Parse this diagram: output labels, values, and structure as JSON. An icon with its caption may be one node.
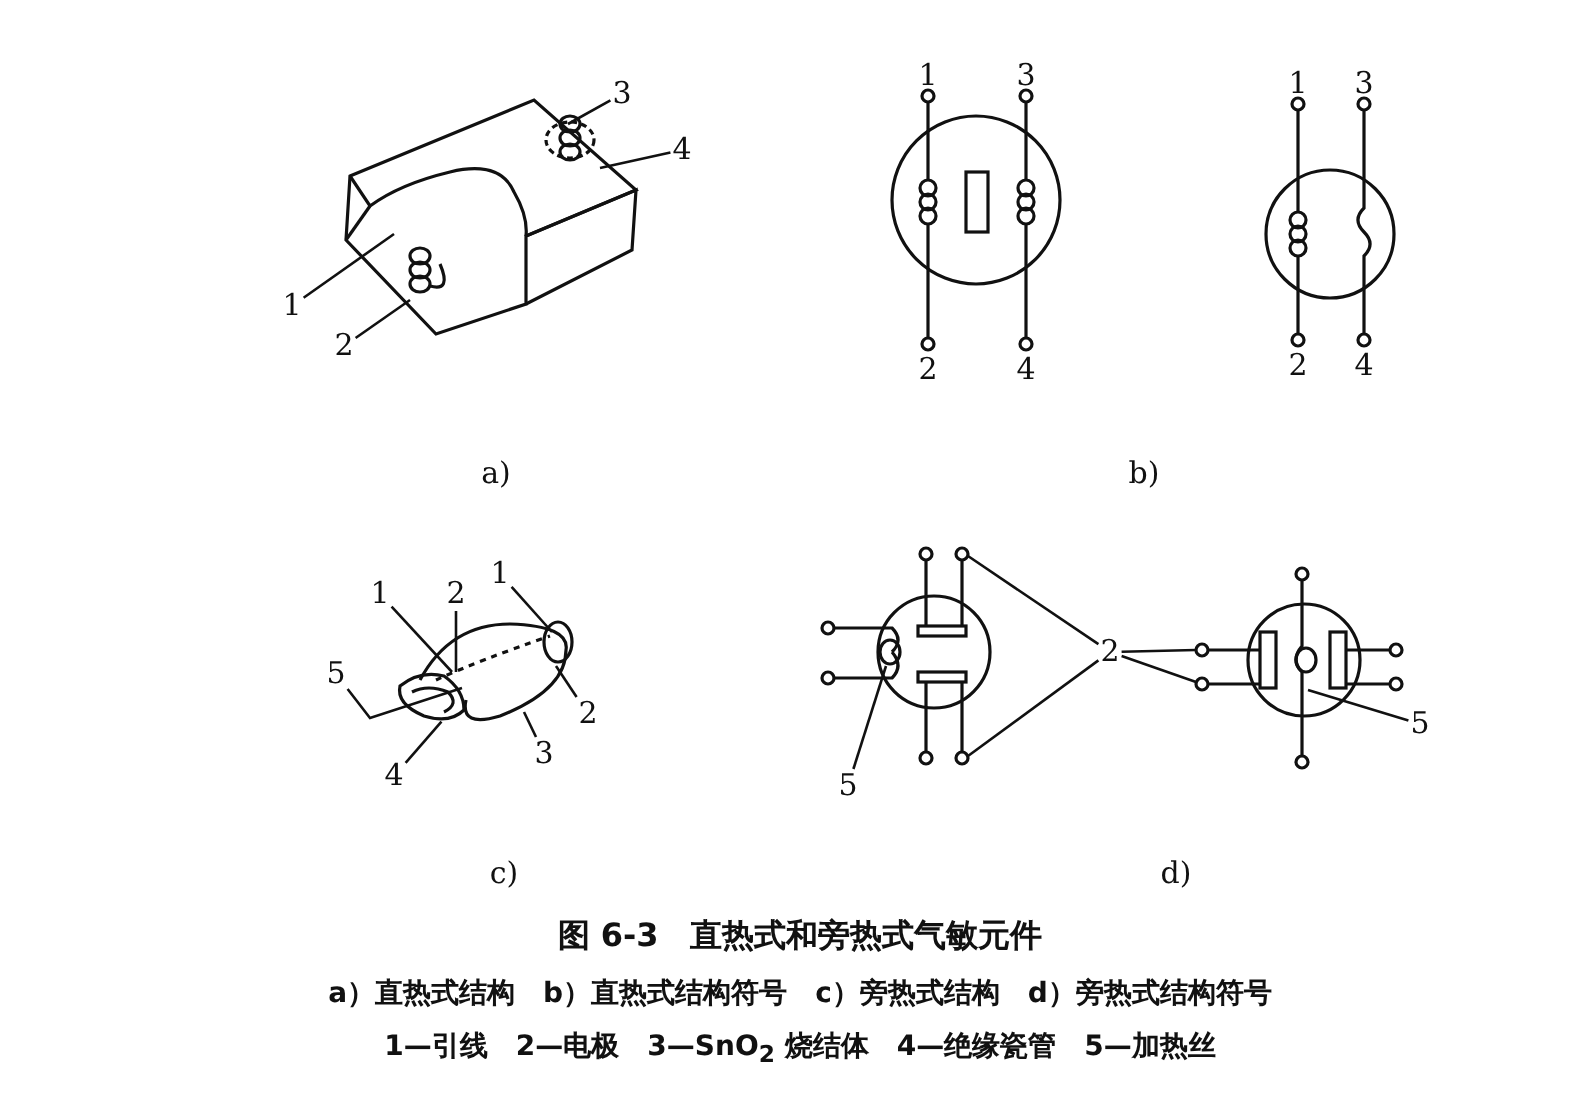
{
  "diagram": {
    "title": "图 6-3　直热式和旁热式气敏元件",
    "caption": "a）直热式结构　b）直热式结构符号　c）旁热式结构　d）旁热式结构符号",
    "nodes": [
      {
        "text": [
          "3"
        ]
      },
      {
        "text": [
          "4"
        ]
      },
      {
        "text": [
          "1"
        ]
      },
      {
        "text": [
          "2"
        ]
      },
      {
        "text": [
          "1"
        ]
      },
      {
        "text": [
          "2"
        ]
      },
      {
        "text": [
          "1"
        ]
      },
      {
        "text": [
          "5"
        ]
      },
      {
        "text": [
          "2"
        ]
      },
      {
        "text": [
          "3"
        ]
      },
      {
        "text": [
          "4"
        ]
      },
      {
        "text": [
          "2"
        ]
      },
      {
        "text": [
          "5"
        ]
      },
      {
        "text": [
          "5"
        ]
      },
      {
        "text": [],
        "shape": "picture"
      },
      {
        "text": [],
        "shape": "picture"
      },
      {
        "text": [],
        "shape": "picture"
      },
      {
        "text": [],
        "shape": "picture"
      }
    ],
    "edges": [
      {
        "from": 0,
        "to": 14,
        "arrow": "none"
      },
      {
        "from": 1,
        "to": 14,
        "arrow": "none"
      },
      {
        "from": 2,
        "to": 14,
        "arrow": "none"
      },
      {
        "from": 3,
        "to": 14,
        "arrow": "none"
      },
      {
        "from": 4,
        "to": 15,
        "arrow": "none"
      },
      {
        "from": 5,
        "to": 15,
        "arrow": "none"
      },
      {
        "from": 6,
        "to": 15,
        "arrow": "none"
      },
      {
        "from": 7,
        "to": 15,
        "arrow": "none"
      },
      {
        "from": 8,
        "to": 15,
        "arrow": "none"
      },
      {
        "from": 9,
        "to": 15,
        "arrow": "none"
      },
      {
        "from": 10,
        "to": 15,
        "arrow": "none"
      },
      {
        "from": 11,
        "to": 16,
        "arrow": "none"
      },
      {
        "from": 11,
        "to": 16,
        "arrow": "none"
      },
      {
        "from": 11,
        "to": 17,
        "arrow": "none"
      },
      {
        "from": 11,
        "to": 17,
        "arrow": "none"
      },
      {
        "from": 12,
        "to": 16,
        "arrow": "none"
      },
      {
        "from": 13,
        "to": 17,
        "arrow": "none"
      }
    ],
    "labels": [
      "1",
      "3",
      "1",
      "3",
      "2",
      "4",
      "2",
      "4",
      "a)",
      "b)",
      "c)",
      "d)",
      "1—引线　2—电极　3—SnO$_{2}$ 烧结体　4—绝缘瓷管　5—加热丝"
    ]
  }
}
